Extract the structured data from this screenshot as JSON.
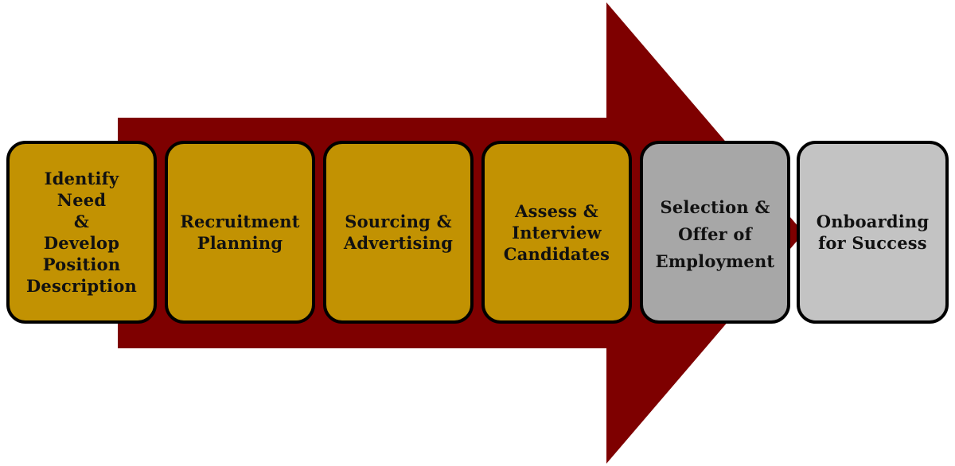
{
  "colors": {
    "arrow": "#7e0000",
    "gold_step": "#c29202",
    "gray_step_dark": "#a7a7a7",
    "gray_step_light": "#c3c3c3",
    "border": "#000000"
  },
  "steps": [
    {
      "label": "Identify\nNeed\n&\nDevelop\nPosition\nDescription",
      "color": "gold"
    },
    {
      "label": "Recruitment\nPlanning",
      "color": "gold"
    },
    {
      "label": "Sourcing &\nAdvertising",
      "color": "gold"
    },
    {
      "label": "Assess &\nInterview\nCandidates",
      "color": "gold"
    },
    {
      "label": "Selection &\nOffer of\nEmployment",
      "color": "gray-dark"
    },
    {
      "label": "Onboarding\nfor Success",
      "color": "gray-light"
    }
  ]
}
